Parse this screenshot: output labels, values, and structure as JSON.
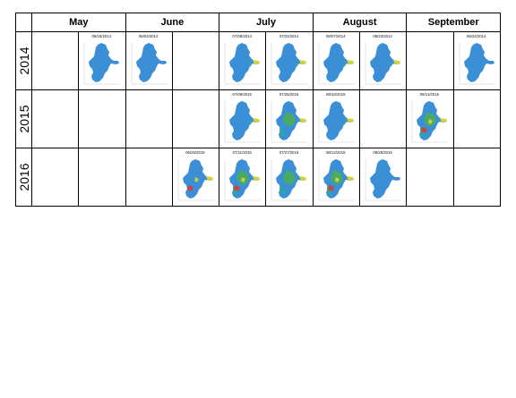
{
  "months": [
    "May",
    "June",
    "July",
    "August",
    "September"
  ],
  "rows": [
    {
      "year": "2014",
      "cells": [
        {
          "date": ""
        },
        {
          "date": "05/18/2014",
          "variant": "blue"
        },
        {
          "date": "06/04/2014",
          "variant": "blue"
        },
        {
          "date": ""
        },
        {
          "date": "07/08/2014",
          "variant": "blue-green"
        },
        {
          "date": "07/22/2014",
          "variant": "blue-green"
        },
        {
          "date": "08/07/2014",
          "variant": "blue-green"
        },
        {
          "date": "08/23/2014",
          "variant": "blue-green"
        },
        {
          "date": ""
        },
        {
          "date": "09/24/2014",
          "variant": "blue"
        }
      ]
    },
    {
      "year": "2015",
      "cells": [
        {
          "date": ""
        },
        {
          "date": ""
        },
        {
          "date": ""
        },
        {
          "date": ""
        },
        {
          "date": "07/09/2015",
          "variant": "blue-green"
        },
        {
          "date": "07/25/2015",
          "variant": "green"
        },
        {
          "date": "08/10/2015",
          "variant": "blue-green"
        },
        {
          "date": ""
        },
        {
          "date": "09/11/2015",
          "variant": "green-red"
        },
        {
          "date": ""
        }
      ]
    },
    {
      "year": "2016",
      "cells": [
        {
          "date": ""
        },
        {
          "date": ""
        },
        {
          "date": ""
        },
        {
          "date": "06/25/2016",
          "variant": "blue-red"
        },
        {
          "date": "07/11/2016",
          "variant": "green-red"
        },
        {
          "date": "07/27/2016",
          "variant": "green"
        },
        {
          "date": "08/12/2016",
          "variant": "green-red"
        },
        {
          "date": "08/28/2016",
          "variant": "blue"
        },
        {
          "date": ""
        },
        {
          "date": ""
        }
      ]
    }
  ],
  "colors": {
    "blue": "#3b8fd6",
    "green": "#4caf50",
    "yellow": "#d6d23a",
    "red": "#e0392b",
    "teal": "#2fa79a",
    "border": "#000000"
  }
}
